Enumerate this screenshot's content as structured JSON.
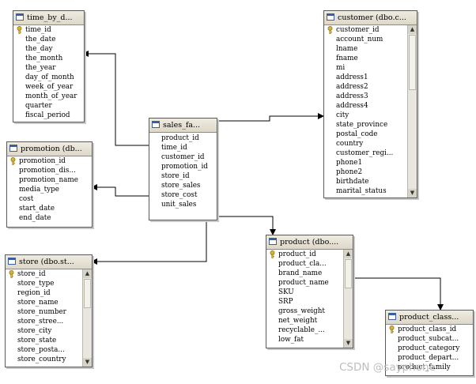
{
  "tables": {
    "time": {
      "title": "time_by_d...",
      "columns": [
        "time_id",
        "the_date",
        "the_day",
        "the_month",
        "the_year",
        "day_of_month",
        "week_of_year",
        "month_of_year",
        "quarter",
        "fiscal_period"
      ],
      "primary_key_columns": [
        0
      ]
    },
    "customer": {
      "title": "customer (dbo.c...",
      "columns": [
        "customer_id",
        "account_num",
        "lname",
        "fname",
        "mi",
        "address1",
        "address2",
        "address3",
        "address4",
        "city",
        "state_province",
        "postal_code",
        "country",
        "customer_regi...",
        "phone1",
        "phone2",
        "birthdate",
        "marital_status"
      ],
      "primary_key_columns": [
        0
      ]
    },
    "sales": {
      "title": "sales_fa...",
      "columns": [
        "product_id",
        "time_id",
        "customer_id",
        "promotion_id",
        "store_id",
        "store_sales",
        "store_cost",
        "unit_sales"
      ],
      "primary_key_columns": []
    },
    "promotion": {
      "title": "promotion (db...",
      "columns": [
        "promotion_id",
        "promotion_dis...",
        "promotion_name",
        "media_type",
        "cost",
        "start_date",
        "end_date"
      ],
      "primary_key_columns": [
        0
      ]
    },
    "store": {
      "title": "store (dbo.st...",
      "columns": [
        "store_id",
        "store_type",
        "region_id",
        "store_name",
        "store_number",
        "store_stree...",
        "store_city",
        "store_state",
        "store_posta...",
        "store_country"
      ],
      "primary_key_columns": [
        0
      ]
    },
    "product": {
      "title": "product (dbo....",
      "columns": [
        "product_id",
        "product_cla...",
        "brand_name",
        "product_name",
        "SKU",
        "SRP",
        "gross_weight",
        "net_weight",
        "recyclable_...",
        "low_fat"
      ],
      "primary_key_columns": [
        0
      ]
    },
    "product_class": {
      "title": "product_class...",
      "columns": [
        "product_class_id",
        "product_subcat...",
        "product_category",
        "product_depart...",
        "product_family"
      ],
      "primary_key_columns": [
        0
      ]
    }
  },
  "watermark": "CSDN @sayphone",
  "colors": {
    "line": "#000000",
    "key": "#d9b23a",
    "header": "#e6e2d4"
  }
}
